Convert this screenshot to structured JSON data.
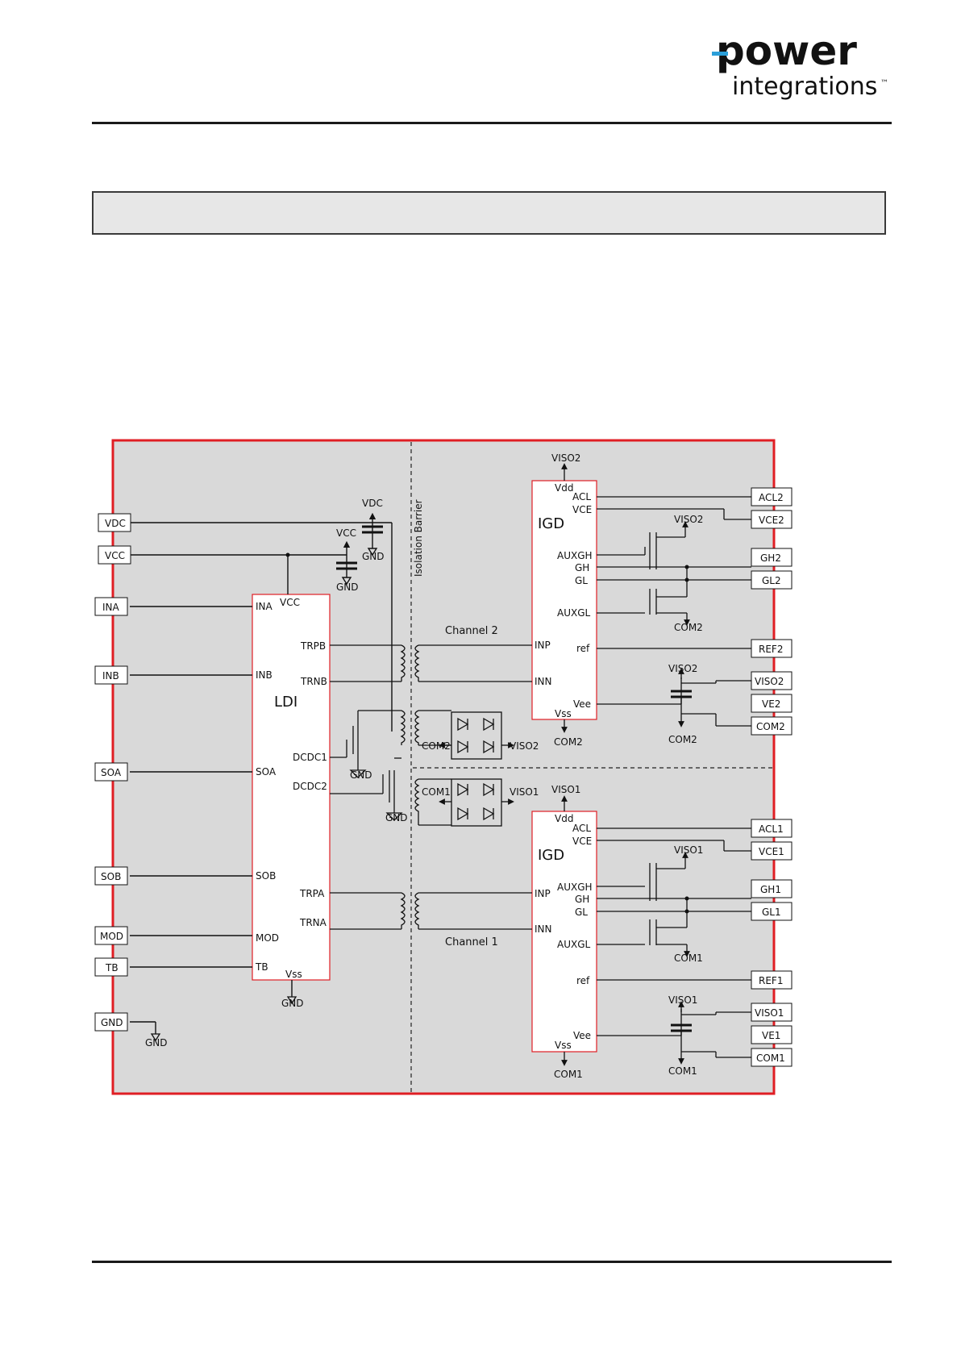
{
  "logo": {
    "word1": "power",
    "word2": "integrations",
    "tm": "™",
    "accent": "#2b9fd9",
    "dark": "#1a1a1a"
  },
  "section_box": {
    "text": ""
  },
  "diagram": {
    "frame_color": "#e01e24",
    "fill_color": "#d9d9d9",
    "isolation_barrier": "Isolation Barrier",
    "channel1": "Channel 1",
    "channel2": "Channel 2",
    "pins_left": [
      "VDC",
      "VCC",
      "INA",
      "INB",
      "SOA",
      "SOB",
      "MOD",
      "TB",
      "GND"
    ],
    "pins_right_top": [
      "ACL2",
      "VCE2",
      "GH2",
      "GL2",
      "REF2",
      "VISO2",
      "VE2",
      "COM2"
    ],
    "pins_right_bottom": [
      "ACL1",
      "VCE1",
      "GH1",
      "GL1",
      "REF1",
      "VISO1",
      "VE1",
      "COM1"
    ],
    "ldi": {
      "name": "LDI",
      "pins": [
        "VCC",
        "INA",
        "TRPB",
        "INB",
        "TRNB",
        "DCDC1",
        "SOA",
        "DCDC2",
        "SOB",
        "TRPA",
        "TRNA",
        "MOD",
        "TB",
        "Vss"
      ]
    },
    "igd_top": {
      "name": "IGD",
      "pins": [
        "Vdd",
        "ACL",
        "VCE",
        "AUXGH",
        "GH",
        "GL",
        "AUXGL",
        "INP",
        "ref",
        "INN",
        "Vee",
        "Vss"
      ]
    },
    "igd_bottom": {
      "name": "IGD",
      "pins": [
        "Vdd",
        "ACL",
        "VCE",
        "AUXGH",
        "GH",
        "GL",
        "AUXGL",
        "INP",
        "INN",
        "ref",
        "Vee",
        "Vss"
      ]
    },
    "rails": {
      "vdc": "VDC",
      "vcc": "VCC",
      "gnd": "GND",
      "viso1": "VISO1",
      "viso2": "VISO2",
      "com1": "COM1",
      "com2": "COM2"
    }
  }
}
